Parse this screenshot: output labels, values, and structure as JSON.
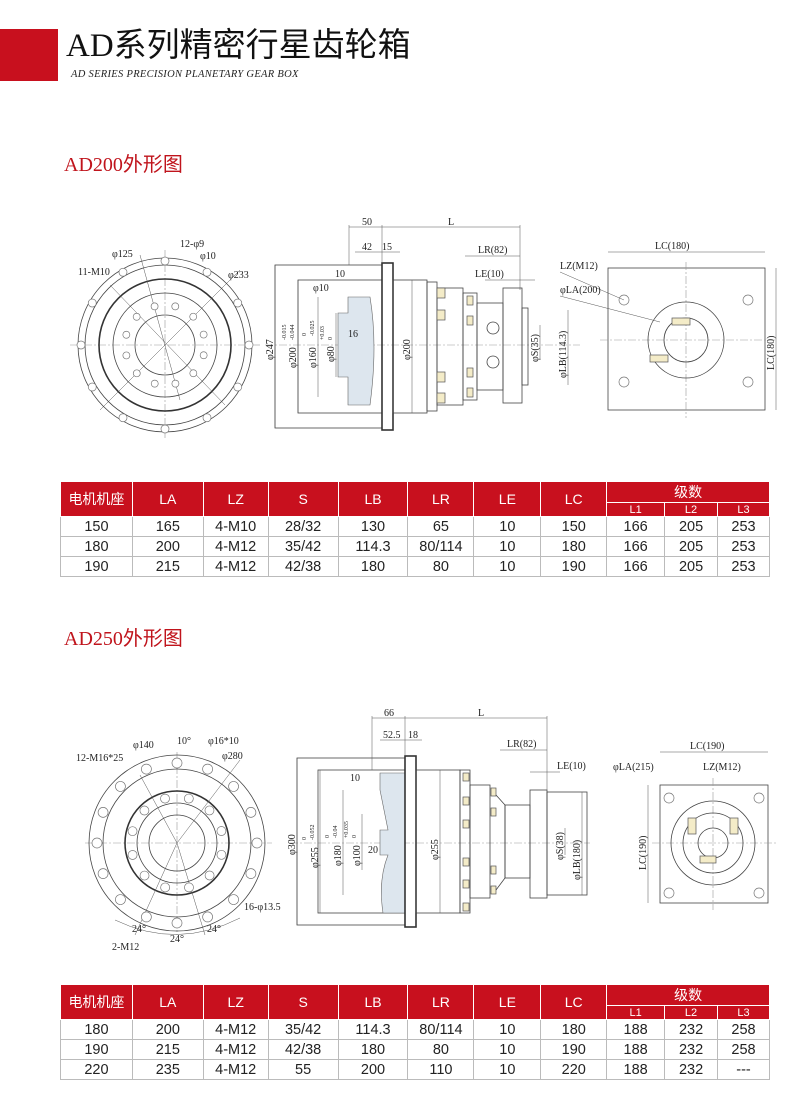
{
  "header": {
    "title": "AD系列精密行星齿轮箱",
    "subtitle": "AD SERIES PRECISION PLANETARY GEAR BOX",
    "accent": "#c8101e"
  },
  "sections": [
    {
      "title": "AD200外形图",
      "labels": [
        "φ125",
        "12-φ9",
        "φ10",
        "11-M10",
        "φ233",
        "50",
        "L",
        "42",
        "15",
        "LR(82)",
        "LE(10)",
        "10",
        "φ10",
        "φ247",
        "φ200",
        "-0.015",
        "-0.044",
        "φ160",
        "0",
        "-0.025",
        "φ80",
        "+0.03",
        "0",
        "16",
        "φ200",
        "φS(35)",
        "φLB(114.3)",
        "LC(180)",
        "LZ(M12)",
        "φLA(200)",
        "LC(180)"
      ],
      "table": {
        "headers": [
          "电机机座",
          "LA",
          "LZ",
          "S",
          "LB",
          "LR",
          "LE",
          "LC"
        ],
        "group": "级数",
        "sub": [
          "L1",
          "L2",
          "L3"
        ],
        "rows": [
          [
            "150",
            "165",
            "4-M10",
            "28/32",
            "130",
            "65",
            "10",
            "150",
            "166",
            "205",
            "253"
          ],
          [
            "180",
            "200",
            "4-M12",
            "35/42",
            "114.3",
            "80/114",
            "10",
            "180",
            "166",
            "205",
            "253"
          ],
          [
            "190",
            "215",
            "4-M12",
            "42/38",
            "180",
            "80",
            "10",
            "190",
            "166",
            "205",
            "253"
          ]
        ]
      }
    },
    {
      "title": "AD250外形图",
      "labels": [
        "12-M16*25",
        "φ140",
        "10°",
        "φ16*10",
        "φ280",
        "16-φ13.5",
        "24°",
        "24°",
        "24°",
        "2-M12",
        "66",
        "L",
        "52.5",
        "18",
        "LR(82)",
        "LE(10)",
        "10",
        "φ300",
        "φ255",
        "0",
        "-0.052",
        "φ180",
        "0",
        "-0.04",
        "φ100",
        "+0.035",
        "0",
        "20",
        "φ255",
        "φS(38)",
        "φLB(180)",
        "LC(190)",
        "φLA(215)",
        "LZ(M12)",
        "LC(190)"
      ],
      "table": {
        "headers": [
          "电机机座",
          "LA",
          "LZ",
          "S",
          "LB",
          "LR",
          "LE",
          "LC"
        ],
        "group": "级数",
        "sub": [
          "L1",
          "L2",
          "L3"
        ],
        "rows": [
          [
            "180",
            "200",
            "4-M12",
            "35/42",
            "114.3",
            "80/114",
            "10",
            "180",
            "188",
            "232",
            "258"
          ],
          [
            "190",
            "215",
            "4-M12",
            "42/38",
            "180",
            "80",
            "10",
            "190",
            "188",
            "232",
            "258"
          ],
          [
            "220",
            "235",
            "4-M12",
            "55",
            "200",
            "110",
            "10",
            "220",
            "188",
            "232",
            "---"
          ]
        ]
      }
    }
  ]
}
